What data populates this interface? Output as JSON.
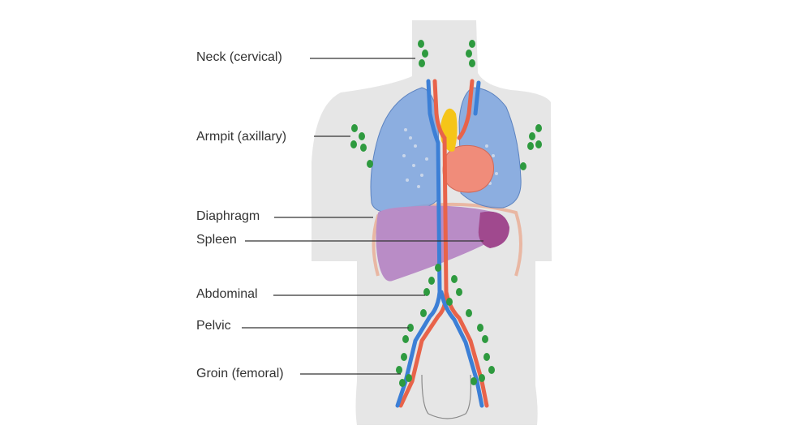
{
  "labels": {
    "neck": "Neck (cervical)",
    "armpit": "Armpit (axillary)",
    "diaphragm": "Diaphragm",
    "spleen": "Spleen",
    "abdominal": "Abdominal",
    "pelvic": "Pelvic",
    "groin": "Groin (femoral)"
  },
  "colors": {
    "body": "#e6e6e6",
    "lungs": "#7ba3de",
    "liver": "#b98cc6",
    "spleen": "#a0498e",
    "heart": "#f08c7a",
    "thymus": "#f5c518",
    "artery": "#e8634a",
    "vein": "#3c7fd6",
    "lymph_node": "#2e9a3f",
    "diaphragm": "#e9b7a3"
  }
}
